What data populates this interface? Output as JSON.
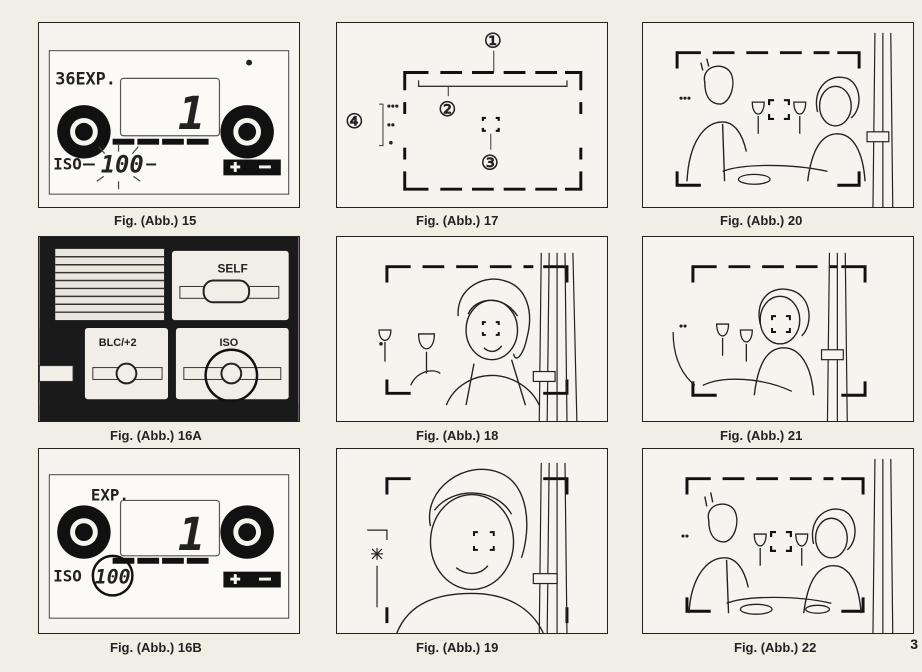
{
  "page_number": "3",
  "figures": {
    "f15": {
      "caption": "Fig. (Abb.) 15",
      "exp_label": "36EXP.",
      "counter": "1",
      "iso_label": "ISO",
      "iso_value": "100"
    },
    "f16a": {
      "caption": "Fig. (Abb.) 16A",
      "self_label": "SELF",
      "blc_label": "BLC/+2",
      "iso_label": "ISO"
    },
    "f16b": {
      "caption": "Fig. (Abb.) 16B",
      "exp_label": "EXP.",
      "counter": "1",
      "iso_label": "ISO",
      "iso_value": "100"
    },
    "f17": {
      "caption": "Fig. (Abb.) 17",
      "callout_1": "①",
      "callout_2": "②",
      "callout_3": "③",
      "callout_4": "④"
    },
    "f18": {
      "caption": "Fig. (Abb.) 18"
    },
    "f19": {
      "caption": "Fig. (Abb.) 19"
    },
    "f20": {
      "caption": "Fig. (Abb.) 20"
    },
    "f21": {
      "caption": "Fig. (Abb.) 21"
    },
    "f22": {
      "caption": "Fig. (Abb.) 22"
    }
  }
}
